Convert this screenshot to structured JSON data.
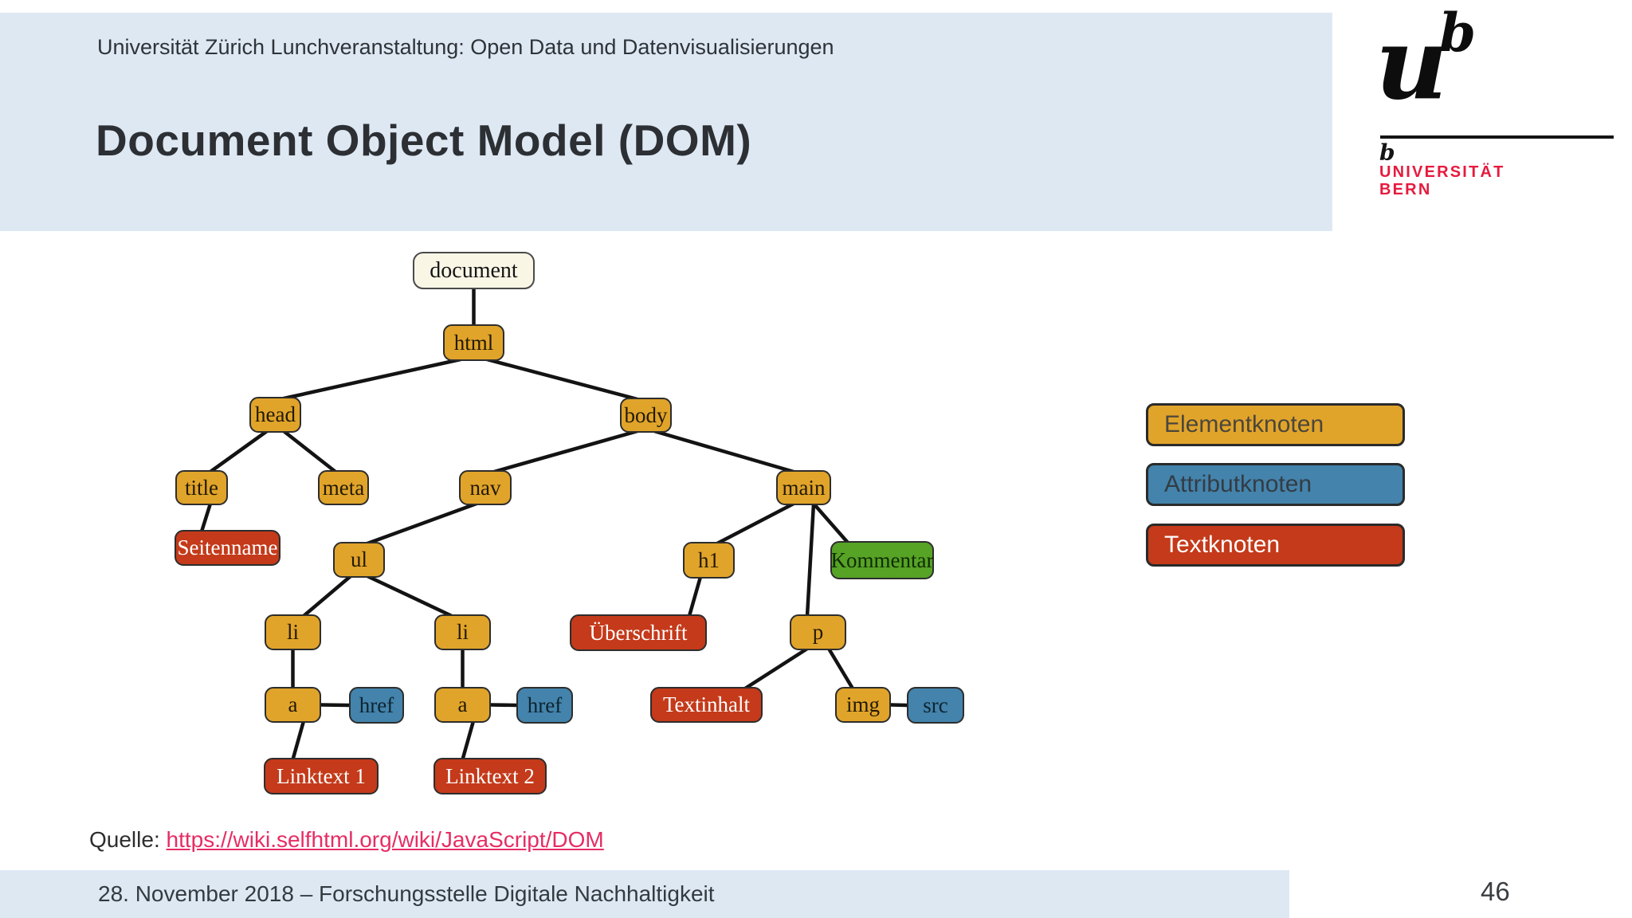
{
  "header": {
    "eyebrow": "Universität Zürich Lunchveranstaltung: Open Data und Datenvisualisierungen",
    "title": "Document Object Model (DOM)"
  },
  "logo": {
    "u": "u",
    "sup": "b",
    "small_b": "b",
    "uni": "UNIVERSITÄT",
    "city": "BERN"
  },
  "diagram": {
    "nodes": [
      {
        "id": "document",
        "label": "document",
        "kind": "document"
      },
      {
        "id": "html",
        "label": "html",
        "kind": "element"
      },
      {
        "id": "head",
        "label": "head",
        "kind": "element"
      },
      {
        "id": "body",
        "label": "body",
        "kind": "element"
      },
      {
        "id": "title",
        "label": "title",
        "kind": "element"
      },
      {
        "id": "meta",
        "label": "meta",
        "kind": "element"
      },
      {
        "id": "nav",
        "label": "nav",
        "kind": "element"
      },
      {
        "id": "main",
        "label": "main",
        "kind": "element"
      },
      {
        "id": "seitenname",
        "label": "Seitenname",
        "kind": "text"
      },
      {
        "id": "ul",
        "label": "ul",
        "kind": "element"
      },
      {
        "id": "h1",
        "label": "h1",
        "kind": "element"
      },
      {
        "id": "kommentar",
        "label": "Kommentar",
        "kind": "comment"
      },
      {
        "id": "li1",
        "label": "li",
        "kind": "element"
      },
      {
        "id": "li2",
        "label": "li",
        "kind": "element"
      },
      {
        "id": "ueberschrift",
        "label": "Überschrift",
        "kind": "text"
      },
      {
        "id": "p",
        "label": "p",
        "kind": "element"
      },
      {
        "id": "a1",
        "label": "a",
        "kind": "element"
      },
      {
        "id": "href1",
        "label": "href",
        "kind": "attribute"
      },
      {
        "id": "a2",
        "label": "a",
        "kind": "element"
      },
      {
        "id": "href2",
        "label": "href",
        "kind": "attribute"
      },
      {
        "id": "textinhalt",
        "label": "Textinhalt",
        "kind": "text"
      },
      {
        "id": "img",
        "label": "img",
        "kind": "element"
      },
      {
        "id": "src",
        "label": "src",
        "kind": "attribute"
      },
      {
        "id": "linktext1",
        "label": "Linktext 1",
        "kind": "text"
      },
      {
        "id": "linktext2",
        "label": "Linktext 2",
        "kind": "text"
      }
    ],
    "edges": [
      [
        "document",
        "html"
      ],
      [
        "html",
        "head"
      ],
      [
        "html",
        "body"
      ],
      [
        "head",
        "title"
      ],
      [
        "head",
        "meta"
      ],
      [
        "body",
        "nav"
      ],
      [
        "body",
        "main"
      ],
      [
        "title",
        "seitenname"
      ],
      [
        "nav",
        "ul"
      ],
      [
        "main",
        "h1"
      ],
      [
        "main",
        "p"
      ],
      [
        "main",
        "kommentar"
      ],
      [
        "ul",
        "li1"
      ],
      [
        "ul",
        "li2"
      ],
      [
        "h1",
        "ueberschrift"
      ],
      [
        "li1",
        "a1"
      ],
      [
        "a1",
        "href1"
      ],
      [
        "a1",
        "linktext1"
      ],
      [
        "li2",
        "a2"
      ],
      [
        "a2",
        "href2"
      ],
      [
        "a2",
        "linktext2"
      ],
      [
        "p",
        "textinhalt"
      ],
      [
        "p",
        "img"
      ],
      [
        "img",
        "src"
      ]
    ],
    "kinds": {
      "document": {
        "fill": "#faf6e6",
        "text_color": "#141414"
      },
      "element": {
        "fill": "#e1a42a",
        "text_color": "#221a05"
      },
      "attribute": {
        "fill": "#4383ac",
        "text_color": "#0e2430"
      },
      "text": {
        "fill": "#c43a1a",
        "text_color": "#ffffff"
      },
      "comment": {
        "fill": "#56a326",
        "text_color": "#112b03"
      }
    }
  },
  "legend": [
    {
      "label": "Elementknoten",
      "kind": "element",
      "text_color": "#4b463c"
    },
    {
      "label": "Attributknoten",
      "kind": "attribute",
      "text_color": "#343c44"
    },
    {
      "label": "Textknoten",
      "kind": "text",
      "text_color": "#ffffff"
    }
  ],
  "source": {
    "prefix": "Quelle: ",
    "link": "https://wiki.selfhtml.org/wiki/JavaScript/DOM"
  },
  "footer": {
    "text": "28. November 2018 – Forschungsstelle Digitale Nachhaltigkeit",
    "page": "46"
  },
  "colors": {
    "band": "#dee8f3",
    "edge": "#131313",
    "link": "#e62d64",
    "logo_red": "#e61a3e"
  }
}
